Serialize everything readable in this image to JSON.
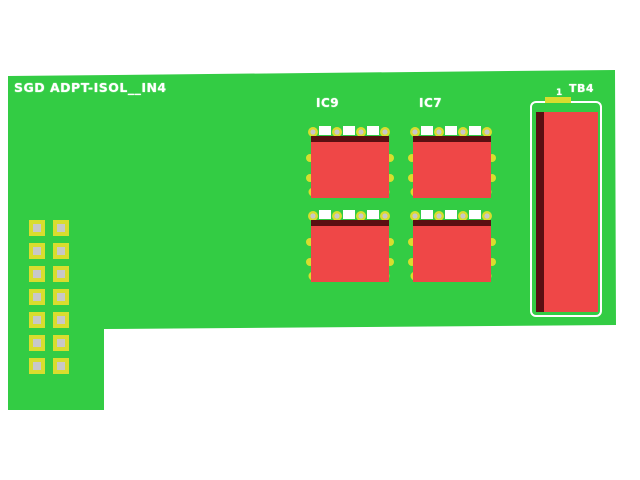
{
  "board": {
    "title": "SGD ADPT-ISOL__IN4",
    "colors": {
      "substrate": "#33cc44",
      "component": "#ef4747",
      "component_shadow": "#5a0f12",
      "pad_ring": "#d9dd2e",
      "pad_hole": "#c8c8c8",
      "silk": "#ffffff"
    }
  },
  "components": {
    "ic9": {
      "ref": "IC9"
    },
    "ic7": {
      "ref": "IC7"
    },
    "tb4": {
      "ref": "TB4",
      "pin1_mark": "1"
    }
  },
  "header": {
    "rows": 7,
    "cols": 2
  }
}
